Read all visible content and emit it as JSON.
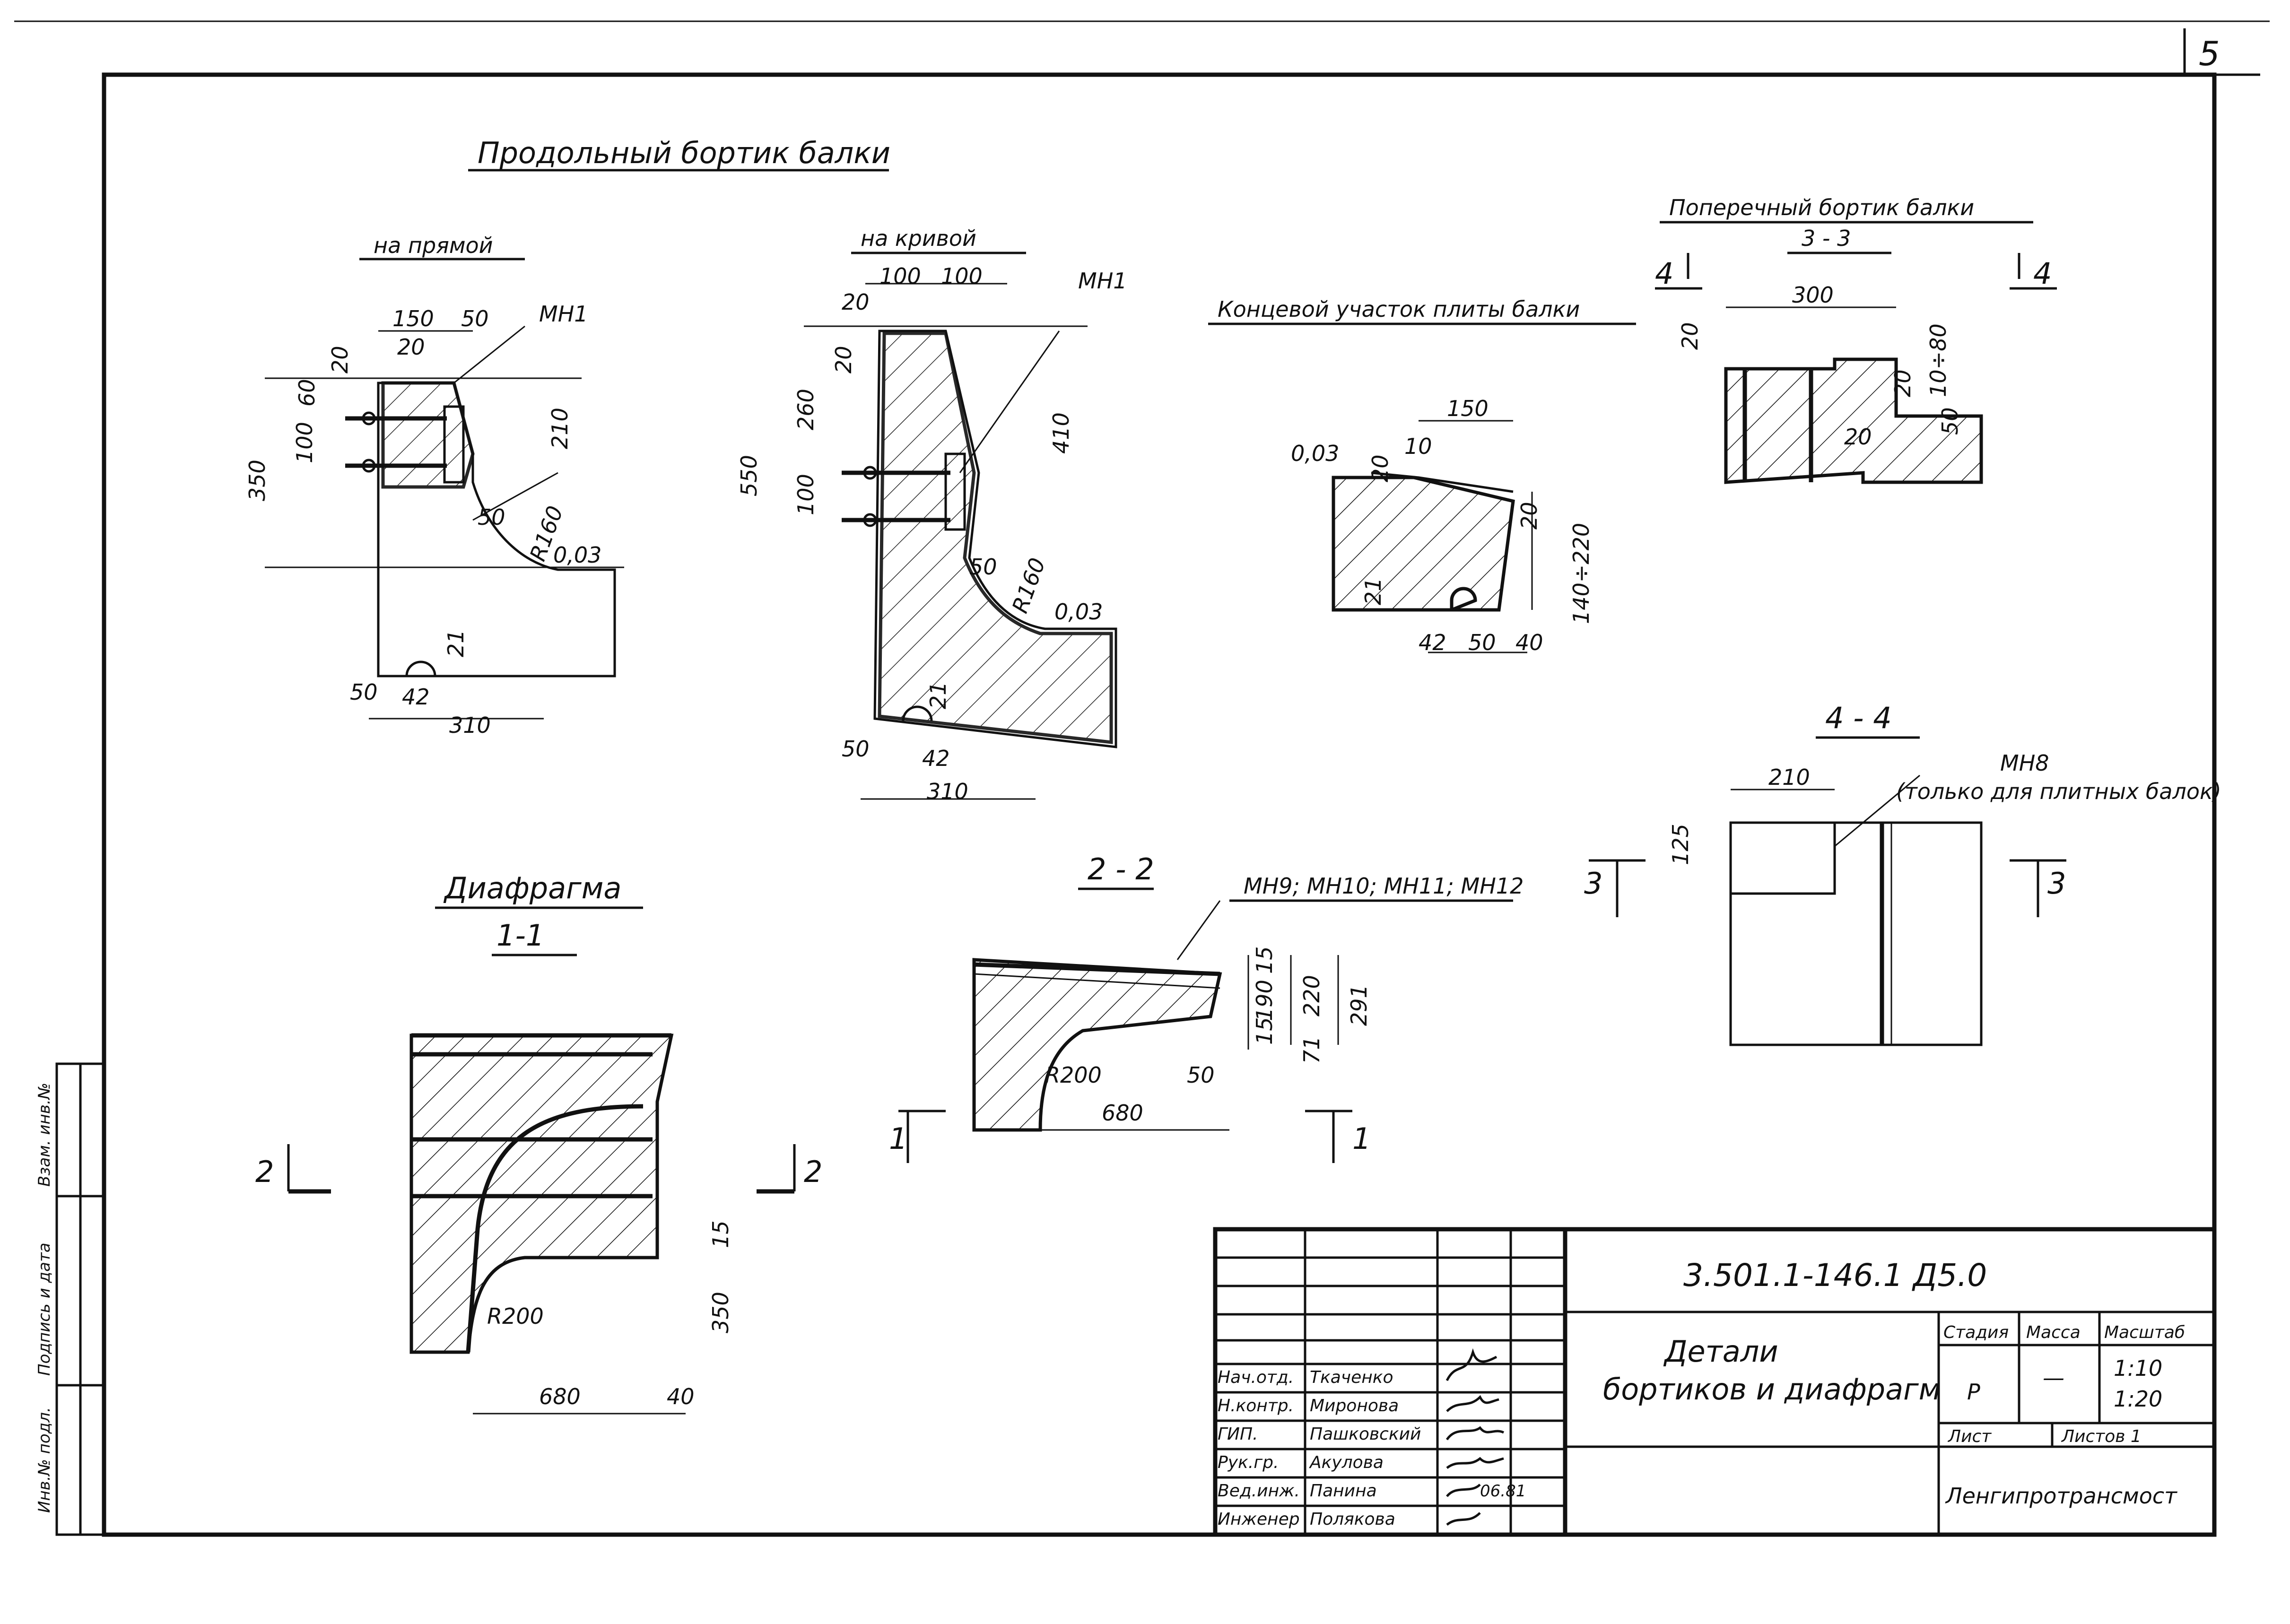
{
  "sheet": {
    "number": "5"
  },
  "longitudinal": {
    "title": "Продольный бортик балки",
    "straight": {
      "title": "на прямой",
      "dims": [
        "150",
        "50",
        "20",
        "20",
        "60",
        "100",
        "350",
        "210",
        "50",
        "R160",
        "0,03",
        "21",
        "50",
        "42",
        "310"
      ],
      "mark": "МН1"
    },
    "curve": {
      "title": "на кривой",
      "dims": [
        "100",
        "100",
        "20",
        "20",
        "260",
        "550",
        "100",
        "410",
        "50",
        "R160",
        "0,03",
        "21",
        "50",
        "42",
        "310"
      ],
      "mark": "МН1"
    }
  },
  "end_section": {
    "title": "Концевой участок плиты балки",
    "dims": [
      "150",
      "10",
      "0,03",
      "20",
      "20",
      "140÷220",
      "21",
      "42",
      "50",
      "40"
    ]
  },
  "transverse": {
    "title": "Поперечный бортик балки",
    "section": "3 - 3",
    "cut_marks": [
      "4",
      "4"
    ],
    "dims": [
      "300",
      "20",
      "20",
      "10÷80",
      "50",
      "20"
    ]
  },
  "section44": {
    "title": "4 - 4",
    "dims": [
      "210",
      "125"
    ],
    "mark": "МН8",
    "note": "(только для плитных балок)",
    "cut_marks": [
      "3",
      "3"
    ]
  },
  "diaphragm": {
    "title": "Диафрагма",
    "section": "1-1",
    "dims": [
      "R200",
      "680",
      "40",
      "15",
      "350"
    ],
    "cut_marks": [
      "2",
      "2"
    ]
  },
  "section22": {
    "title": "2 - 2",
    "marks": "МН9; МН10; МН11; МН12",
    "dims": [
      "15",
      "190",
      "220",
      "291",
      "15",
      "71",
      "R200",
      "50",
      "680"
    ],
    "cut_marks": [
      "1",
      "1"
    ]
  },
  "side_stamp": {
    "labels": [
      "Инв.№ подл.",
      "Подпись и дата",
      "Взам. инв.№"
    ]
  },
  "title_block": {
    "code": "3.501.1-146.1   Д5.0",
    "title_line1": "Детали",
    "title_line2": "бортиков и диафрагм",
    "stage_header": "Стадия",
    "mass_header": "Масса",
    "scale_header": "Масштаб",
    "stage": "Р",
    "mass": "—",
    "scale1": "1:10",
    "scale2": "1:20",
    "sheet_label": "Лист",
    "sheets_label": "Листов 1",
    "org": "Ленгипротрансмост",
    "staff": [
      {
        "role": "Нач.отд.",
        "name": "Ткаченко"
      },
      {
        "role": "Н.контр.",
        "name": "Миронова"
      },
      {
        "role": "ГИП.",
        "name": "Пашковский"
      },
      {
        "role": "Рук.гр.",
        "name": "Акулова"
      },
      {
        "role": "Вед.инж.",
        "name": "Панина"
      },
      {
        "role": "Инженер",
        "name": "Полякова"
      }
    ],
    "date": "06.81"
  }
}
